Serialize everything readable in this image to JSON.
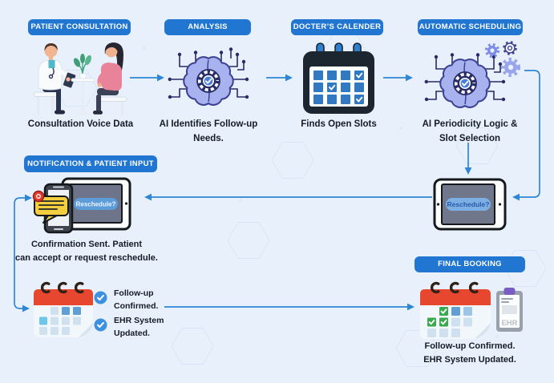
{
  "step1": {
    "badge": "PATIENT CONSULTATION",
    "caption": "Consultation Voice Data"
  },
  "step2": {
    "badge": "ANALYSIS",
    "caption1": "AI Identifies Follow-up",
    "caption2": "Needs."
  },
  "step3": {
    "badge": "DOCTER’S CALENDER",
    "caption": "Finds Open Slots"
  },
  "step4": {
    "badge": "AUTOMATIC SCHEDULING",
    "caption1": "AI Periodicity Logic &",
    "caption2": "Slot Selection"
  },
  "step5": {
    "badge": "NOTIFICATION & PATIENT INPUT",
    "device_button": "Reschedule?",
    "caption1": "Confirmation Sent. Patient",
    "caption2": "can accept or request reschedule."
  },
  "tablet": {
    "button": "Reschedule?"
  },
  "confirmation": {
    "item1a": "Follow-up",
    "item1b": "Confirmed.",
    "item2a": "EHR System",
    "item2b": "Updated."
  },
  "step6": {
    "badge": "FINAL BOOKING",
    "ehr": "EHR",
    "caption1": "Follow-up Confirmed.",
    "caption2": "EHR System Updated."
  },
  "colors": {
    "badge_blue": "#2176d2",
    "arrow_blue": "#2e86d5",
    "background": "#e8f1fb",
    "calendar_red": "#e8472f",
    "brain_purple": "#a7b2ee",
    "confirm_green": "#38a94c",
    "check_blue": "#3d8fe0"
  }
}
